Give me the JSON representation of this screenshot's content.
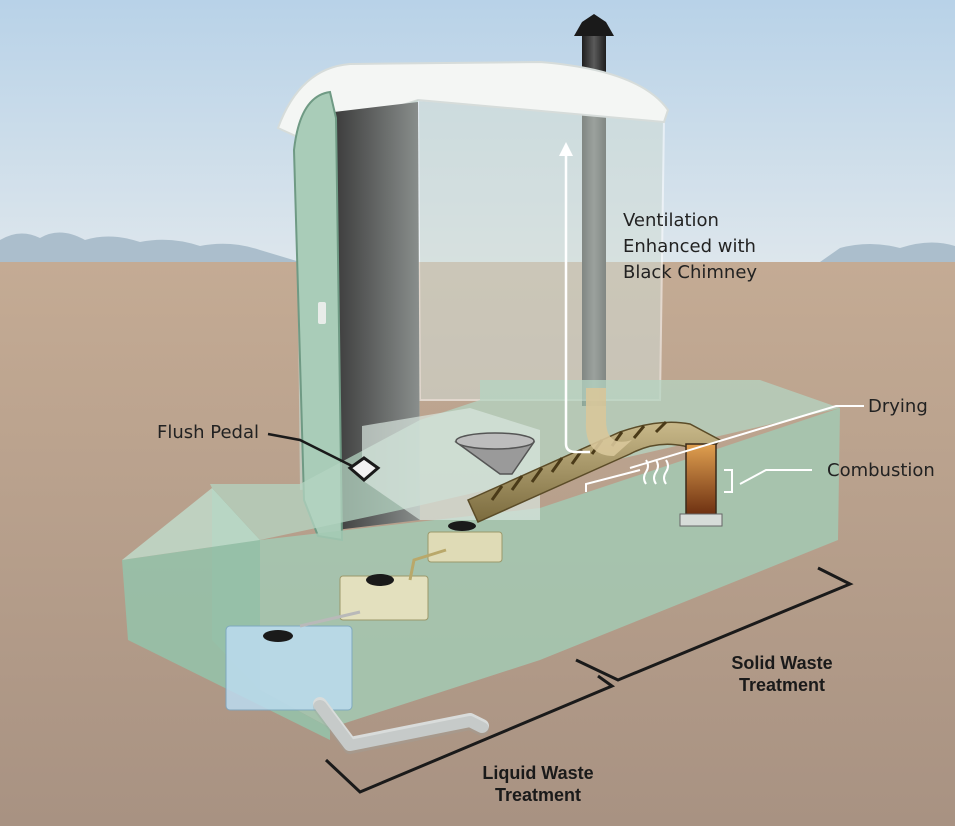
{
  "labels": {
    "ventilation": [
      "Ventilation",
      "Enhanced with",
      "Black Chimney"
    ],
    "drying": "Drying",
    "combustion": "Combustion",
    "flush_pedal": "Flush Pedal",
    "solid_waste": [
      "Solid Waste",
      "Treatment"
    ],
    "liquid_waste": [
      "Liquid Waste",
      "Treatment"
    ]
  },
  "colors": {
    "sky_top": "#b8d2e8",
    "sky_bottom": "#dce6ee",
    "ground": "#b69c86",
    "tank_green": "#9fc7b0",
    "cabin": "#cfdcd5",
    "chimney": "#2b2b2b",
    "callout_line": "#ffffff",
    "bracket": "#1a1a1a"
  }
}
